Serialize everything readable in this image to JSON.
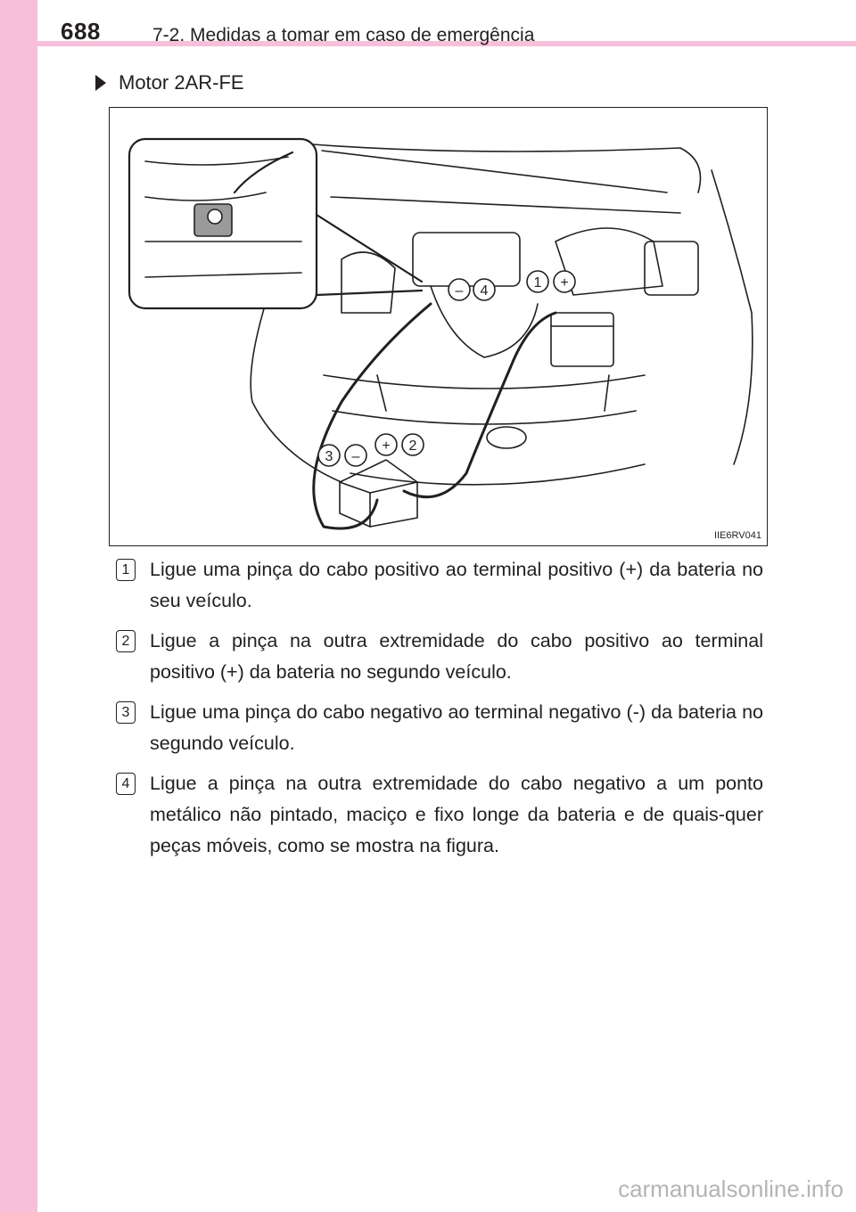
{
  "header": {
    "page_number": "688",
    "chapter": "7-2. Medidas a tomar em caso de emergência"
  },
  "section": {
    "title": "Motor 2AR-FE"
  },
  "figure": {
    "code": "IIE6RV041",
    "callouts": [
      "1",
      "2",
      "3",
      "4"
    ],
    "signs": [
      "+",
      "+",
      "–",
      "–"
    ]
  },
  "steps": [
    {
      "num": "1",
      "text": "Ligue uma pinça do cabo positivo ao terminal positivo (+) da bateria no seu veículo."
    },
    {
      "num": "2",
      "text": "Ligue a pinça na outra extremidade do cabo positivo ao terminal positivo (+) da bateria no segundo veículo."
    },
    {
      "num": "3",
      "text": "Ligue uma pinça do cabo negativo ao terminal negativo (-) da bateria no segundo veículo."
    },
    {
      "num": "4",
      "text": "Ligue a pinça na outra extremidade do cabo negativo a um ponto metálico não pintado, maciço e fixo longe da bateria e de quais-quer peças móveis, como se mostra na figura."
    }
  ],
  "watermark": "carmanualsonline.info"
}
